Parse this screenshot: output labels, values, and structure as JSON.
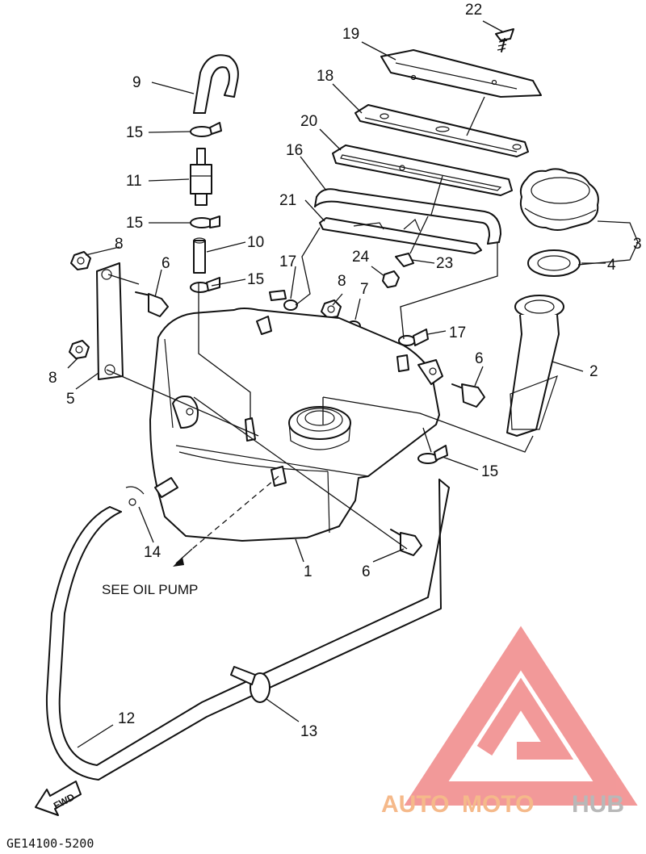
{
  "callouts": {
    "c1": "1",
    "c2": "2",
    "c3": "3",
    "c4": "4",
    "c5": "5",
    "c6a": "6",
    "c6b": "6",
    "c6c": "6",
    "c7": "7",
    "c8a": "8",
    "c8b": "8",
    "c8c": "8",
    "c9": "9",
    "c10": "10",
    "c11": "11",
    "c12": "12",
    "c13": "13",
    "c14": "14",
    "c15a": "15",
    "c15b": "15",
    "c15c": "15",
    "c15d": "15",
    "c16": "16",
    "c17a": "17",
    "c17b": "17",
    "c18": "18",
    "c19": "19",
    "c20": "20",
    "c21": "21",
    "c22": "22",
    "c23": "23",
    "c24": "24"
  },
  "notes": {
    "see_oil_pump": "SEE OIL PUMP",
    "fwd": "FWD",
    "drawing_code": "GE14100-5200"
  },
  "watermark": {
    "text_auto": "AUTO",
    "text_moto": "MOTO",
    "text_hub": "HUB",
    "color_auto": "#f5b98a",
    "color_moto": "#f5b98a",
    "color_hub": "#b8b8b8",
    "logo_color": "#f08080"
  }
}
